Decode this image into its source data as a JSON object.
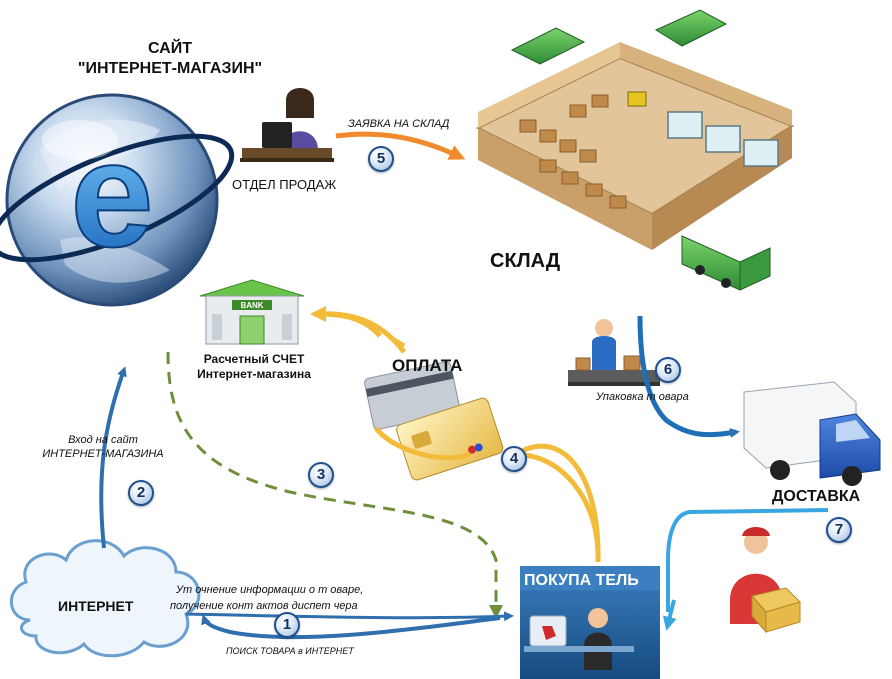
{
  "site": {
    "title_line1": "САЙТ",
    "title_line2": "\"ИНТЕРНЕТ-МАГАЗИН\""
  },
  "sales": {
    "label": "ОТДЕЛ ПРОДАЖ"
  },
  "warehouse_request": {
    "label": "ЗАЯВКА НА СКЛАД",
    "step": "5"
  },
  "warehouse": {
    "label": "СКЛАД"
  },
  "bank": {
    "sign": "BANK",
    "label_line1": "Расчетный СЧЕТ",
    "label_line2": "Интернет-магазина"
  },
  "payment": {
    "label": "ОПЛАТА",
    "step": "4"
  },
  "site_entry": {
    "label_line1": "Вход на сайт",
    "label_line2": "ИНТЕРНЕТ-МАГАЗИНА",
    "step": "2"
  },
  "dashed_step": "3",
  "packing": {
    "label": "Упаковка т овара",
    "step": "6"
  },
  "delivery": {
    "label": "ДОСТАВКА",
    "step": "7"
  },
  "internet": {
    "label": "ИНТЕРНЕТ"
  },
  "clarify": {
    "line1": "Ут очнение информации о т оваре,",
    "line2": "получение конт актов диспет чера"
  },
  "search": {
    "label": "ПОИСК ТОВАРА в ИНТЕРНЕТ",
    "step": "1"
  },
  "buyer": {
    "label": "ПОКУПА ТЕЛЬ"
  },
  "colors": {
    "blue_arrow": "#2f6fae",
    "orange_arrow": "#f08a2c",
    "yellow_arrow": "#f2bb3a",
    "green_dashed": "#6f8f3a",
    "light_blue_arrow": "#3aa6e0",
    "buyer_panel": "#1f5f9a"
  }
}
